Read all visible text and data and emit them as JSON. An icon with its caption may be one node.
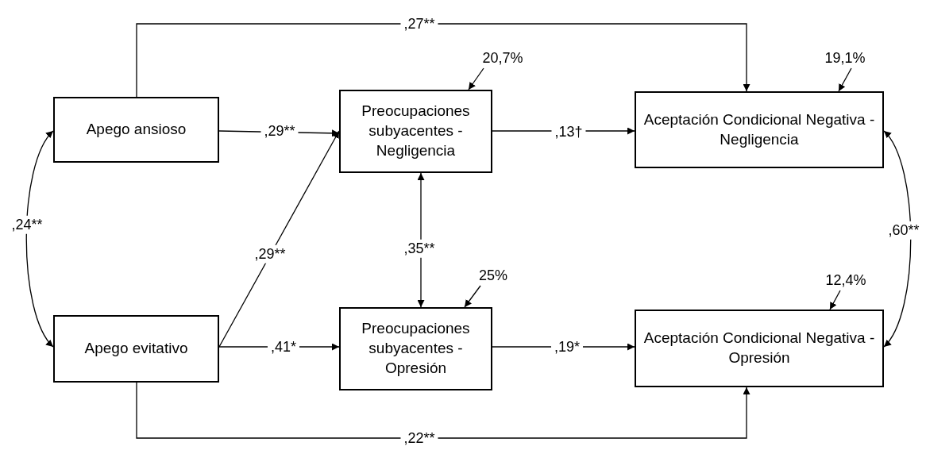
{
  "diagram": {
    "nodes": [
      {
        "text": [
          "Apego ansioso"
        ]
      },
      {
        "text": [
          "Apego evitativo"
        ]
      },
      {
        "text": [
          "Preocupaciones subyacentes - Negligencia"
        ]
      },
      {
        "text": [
          "Preocupaciones subyacentes - Opresión"
        ]
      },
      {
        "text": [
          "Aceptación Condicional Negativa - Negligencia"
        ]
      },
      {
        "text": [
          "Aceptación Condicional Negativa - Opresión"
        ]
      },
      {
        "text": [
          "20,7%"
        ]
      },
      {
        "text": [
          "25%"
        ]
      },
      {
        "text": [
          "19,1%"
        ]
      },
      {
        "text": [
          "12,4%"
        ]
      }
    ],
    "edges": [
      {
        "from": 0,
        "to": 4,
        "arrow": "to",
        "label": ",27**"
      },
      {
        "from": 0,
        "to": 2,
        "arrow": "to",
        "label": ",29**"
      },
      {
        "from": 1,
        "to": 2,
        "arrow": "to",
        "label": ",29**"
      },
      {
        "from": 1,
        "to": 3,
        "arrow": "to",
        "label": ",41*"
      },
      {
        "from": 2,
        "to": 4,
        "arrow": "to",
        "label": ",13†"
      },
      {
        "from": 3,
        "to": 5,
        "arrow": "to",
        "label": ",19*"
      },
      {
        "from": 1,
        "to": 5,
        "arrow": "to",
        "label": ",22**"
      },
      {
        "from": 0,
        "to": 1,
        "arrow": "both",
        "label": ",24**"
      },
      {
        "from": 2,
        "to": 3,
        "arrow": "both",
        "label": ",35**"
      },
      {
        "from": 4,
        "to": 5,
        "arrow": "both",
        "label": ",60**"
      },
      {
        "from": 6,
        "to": 2,
        "arrow": "to"
      },
      {
        "from": 7,
        "to": 3,
        "arrow": "to"
      },
      {
        "from": 8,
        "to": 4,
        "arrow": "to"
      },
      {
        "from": 9,
        "to": 5,
        "arrow": "to"
      }
    ]
  }
}
